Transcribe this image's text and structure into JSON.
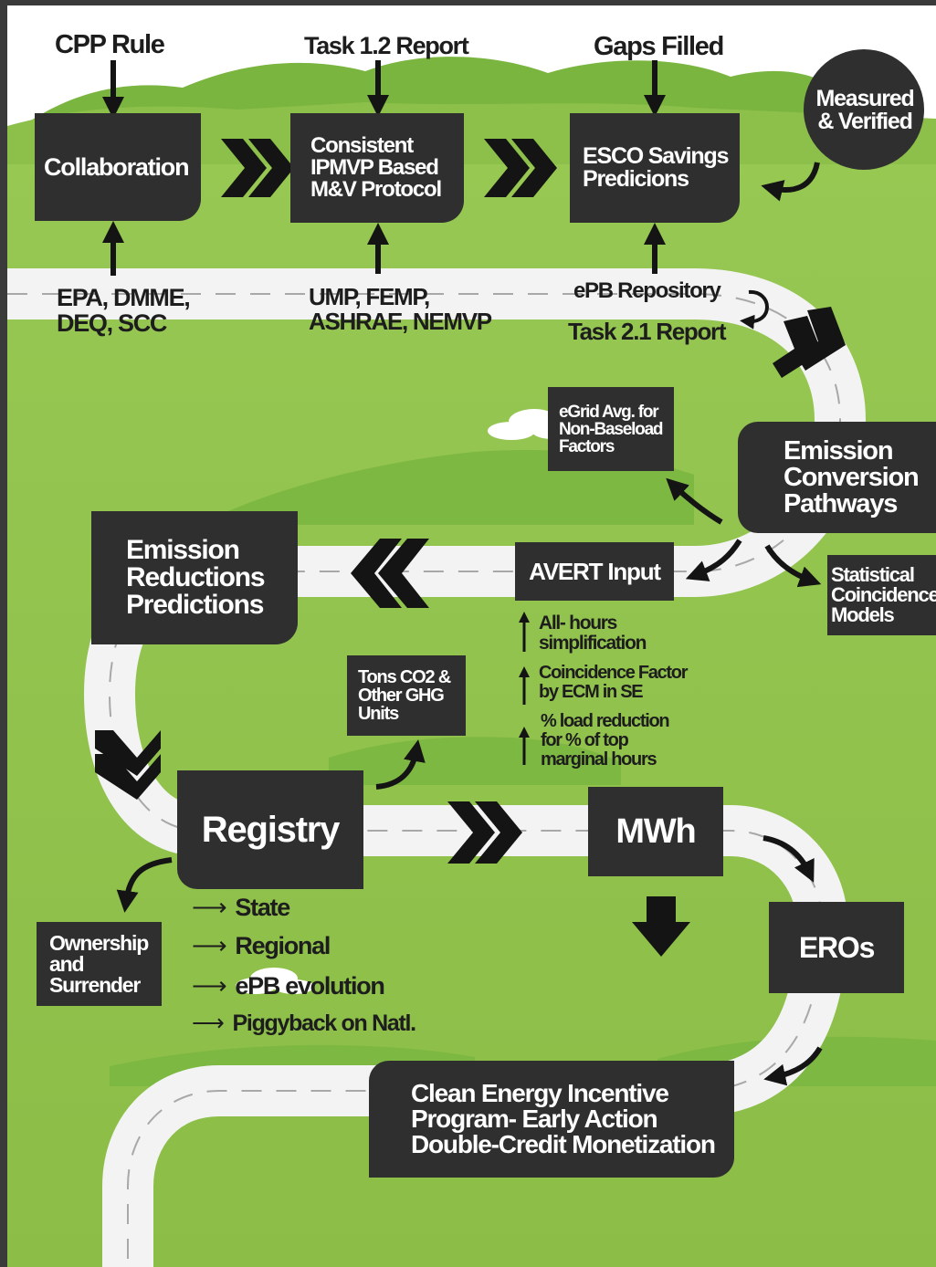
{
  "top_inputs": {
    "cpp_rule": "CPP Rule",
    "task_1_2_report": "Task 1.2 Report",
    "gaps_filled": "Gaps Filled"
  },
  "stages": {
    "collaboration": "Collaboration",
    "consistent_protocol": [
      "Consistent",
      "IPMVP Based",
      "M&V Protocol"
    ],
    "esco_savings": [
      "ESCO Savings",
      "Predicions"
    ],
    "measured_verified": [
      "Measured",
      "& Verified"
    ],
    "emission_conversion": [
      "Emission",
      "Conversion",
      "Pathways"
    ],
    "egrid_avg": [
      "eGrid Avg. for",
      "Non-Baseload",
      "Factors"
    ],
    "avert_input": "AVERT Input",
    "statistical_models": [
      "Statistical",
      "Coincidence",
      "Models"
    ],
    "emission_reductions": [
      "Emission",
      "Reductions",
      "Predictions"
    ],
    "tons_co2": [
      "Tons CO2 &",
      "Other GHG",
      "Units"
    ],
    "registry": "Registry",
    "mwh": "MWh",
    "eros": "EROs",
    "ownership": [
      "Ownership",
      "and",
      "Surrender"
    ],
    "clean_energy": [
      "Clean Energy Incentive",
      "Program- Early Action",
      "Double-Credit Monetization"
    ]
  },
  "supporting_inputs": {
    "epa_group": [
      "EPA, DMME,",
      "DEQ, SCC"
    ],
    "ump_group": [
      "UMP, FEMP,",
      "ASHRAE, NEMVP"
    ],
    "epb_repository": "ePB Repository",
    "task_2_1_report": "Task 2.1 Report"
  },
  "avert_notes": [
    [
      "All- hours",
      "simplification"
    ],
    [
      "Coincidence Factor",
      "by ECM in SE"
    ],
    [
      "% load reduction",
      "for % of top",
      "marginal hours"
    ]
  ],
  "registry_options": [
    "State",
    "Regional",
    "ePB evolution",
    "Piggyback on Natl."
  ],
  "colors": {
    "box": "#2f2f2f",
    "grass": "#8fc04c",
    "road": "#f3f3f3",
    "sky": "#ffffff",
    "frame": "#3a3a3a"
  },
  "icons": {
    "chevron_right": "chevron-right-icon",
    "chevron_left": "chevron-left-icon",
    "chevron_down": "chevron-down-icon",
    "arrow_down": "arrow-down-icon",
    "arrow_up": "arrow-up-icon",
    "curved_arrow": "curved-arrow-icon",
    "u_turn_arrow": "u-turn-arrow-icon"
  }
}
